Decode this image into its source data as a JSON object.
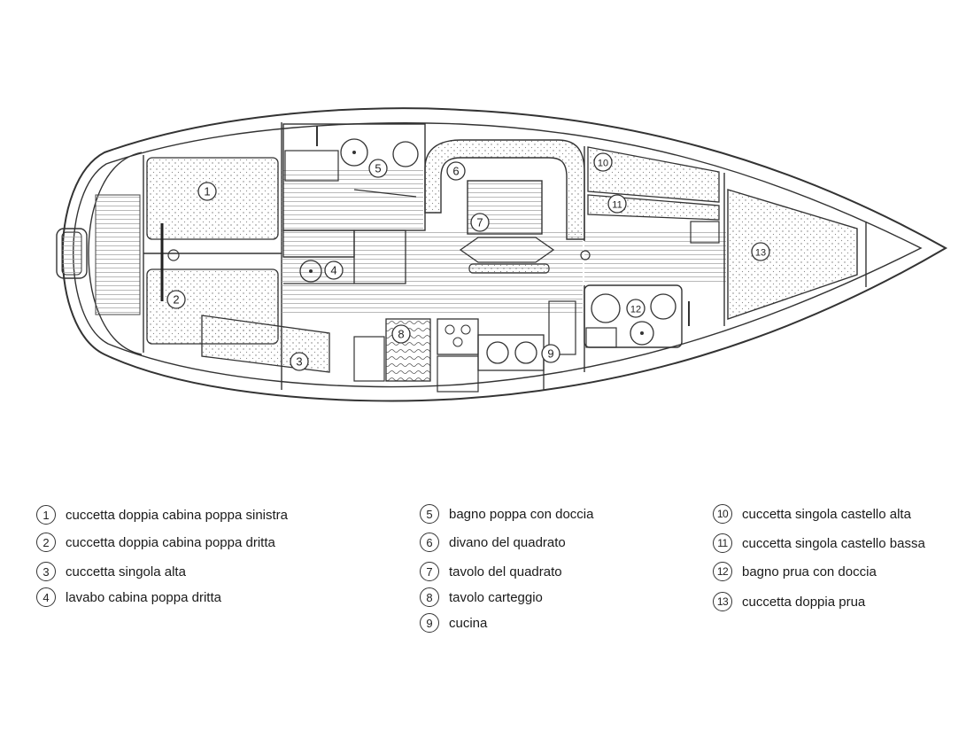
{
  "plan_labels": [
    "1",
    "2",
    "3",
    "4",
    "5",
    "6",
    "7",
    "8",
    "9",
    "10",
    "11",
    "12",
    "13"
  ],
  "legend": [
    {
      "num": "1",
      "text": "cuccetta doppia cabina poppa sinistra"
    },
    {
      "num": "2",
      "text": "cuccetta doppia cabina poppa dritta"
    },
    {
      "num": "3",
      "text": "cuccetta singola alta"
    },
    {
      "num": "4",
      "text": "lavabo cabina poppa dritta"
    },
    {
      "num": "5",
      "text": "bagno poppa con doccia"
    },
    {
      "num": "6",
      "text": "divano del quadrato"
    },
    {
      "num": "7",
      "text": "tavolo del quadrato"
    },
    {
      "num": "8",
      "text": "tavolo carteggio"
    },
    {
      "num": "9",
      "text": "cucina"
    },
    {
      "num": "10",
      "text": "cuccetta singola castello alta"
    },
    {
      "num": "11",
      "text": "cuccetta singola castello bassa"
    },
    {
      "num": "12",
      "text": "bagno prua con doccia"
    },
    {
      "num": "13",
      "text": "cuccetta doppia prua"
    }
  ]
}
